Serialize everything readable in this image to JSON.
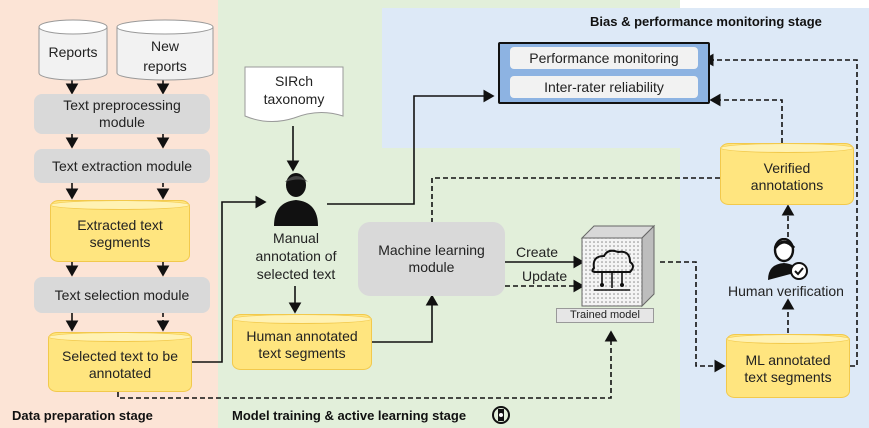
{
  "stages": {
    "data_preparation": "Data preparation stage",
    "model_training": "Model training & active  learning stage",
    "bias_monitoring": "Bias & performance monitoring stage"
  },
  "inputs": {
    "reports": "Reports",
    "new_reports_1": "New",
    "new_reports_2": "reports"
  },
  "modules": {
    "text_preprocessing_1": "Text preprocessing",
    "text_preprocessing_2": "module",
    "text_extraction": "Text extraction module",
    "text_selection": "Text selection module",
    "machine_learning_1": "Machine learning",
    "machine_learning_2": "module"
  },
  "stores": {
    "extracted_1": "Extracted text",
    "extracted_2": "segments",
    "selected_1": "Selected text to be",
    "selected_2": "annotated",
    "human_annotated_1": "Human annotated",
    "human_annotated_2": "text segments",
    "verified_1": "Verified",
    "verified_2": "annotations",
    "ml_annotated_1": "ML annotated",
    "ml_annotated_2": "text segments"
  },
  "taxonomy": {
    "line1": "SIRch",
    "line2": "taxonomy"
  },
  "manual_annotation": {
    "line1": "Manual",
    "line2": "annotation of",
    "line3": "selected text"
  },
  "model": {
    "label": "Trained model",
    "create": "Create",
    "update": "Update"
  },
  "monitoring": {
    "performance": "Performance monitoring",
    "reliability": "Inter-rater reliability"
  },
  "human_verification": "Human verification",
  "colors": {
    "prep_bg": "#fce4d6",
    "train_bg": "#e2efda",
    "bias_bg": "#dde9f7",
    "module_gray": "#d9d9d9",
    "store_yellow": "#ffe57f",
    "monitor_blue": "#8db3e2"
  }
}
